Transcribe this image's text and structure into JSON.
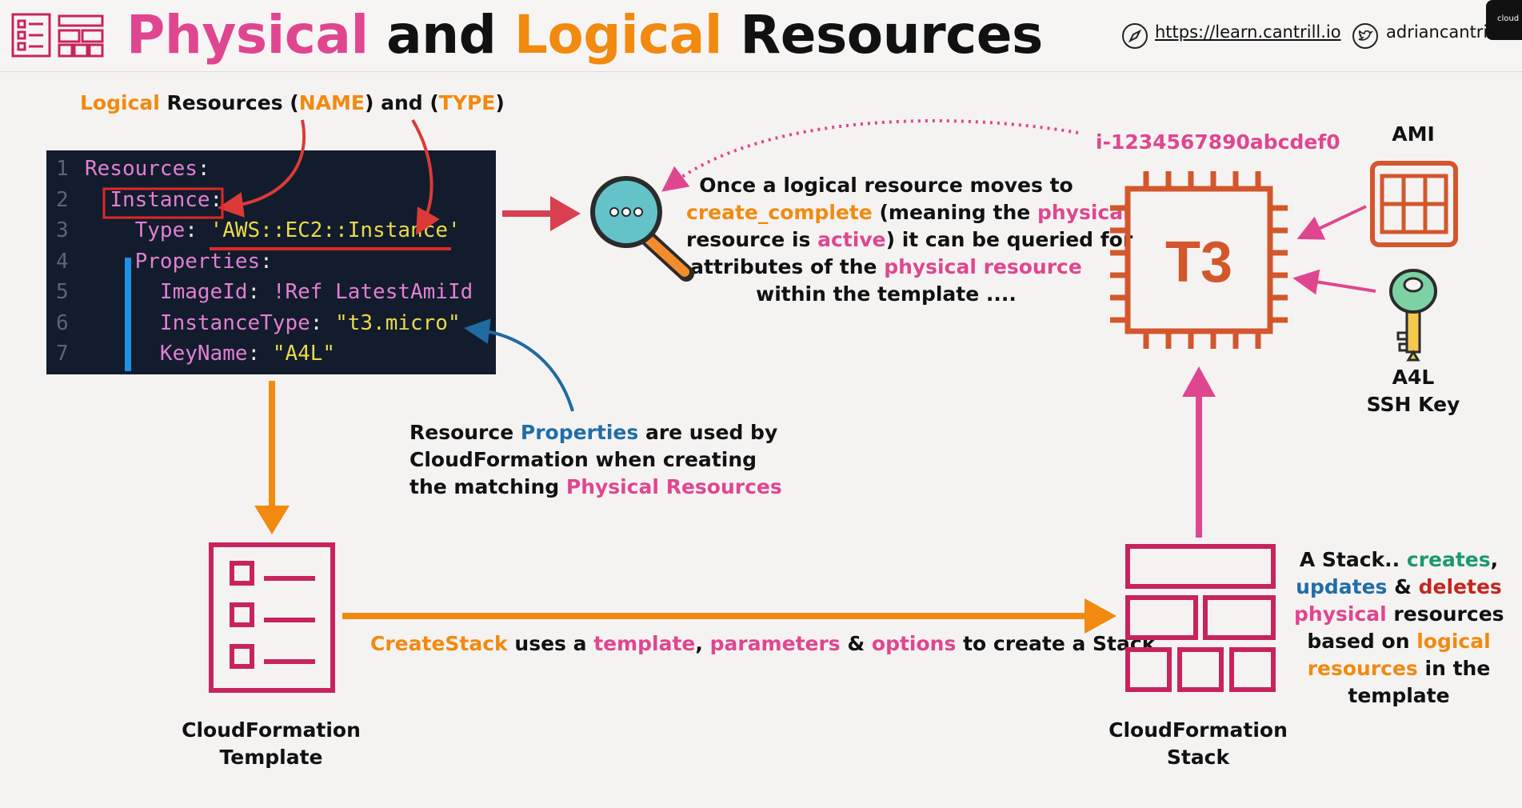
{
  "header": {
    "title_part1": "Physical",
    "title_part2": "and",
    "title_part3": "Logical",
    "title_part4": "Resources",
    "link_url": "https://learn.cantrill.io",
    "twitter": "adriancantrill",
    "corner_badge": "cloud"
  },
  "logical_label": {
    "p1": "Logical",
    "p2": " Resources (",
    "p3": "NAME",
    "p4": ") and (",
    "p5": "TYPE",
    "p6": ")"
  },
  "code": {
    "lines": [
      {
        "n": "1",
        "indent": "",
        "key": "Resources",
        "sep": ":",
        "val": ""
      },
      {
        "n": "2",
        "indent": "  ",
        "key": "Instance",
        "sep": ":",
        "val": ""
      },
      {
        "n": "3",
        "indent": "    ",
        "key": "Type",
        "sep": ": ",
        "val": "'AWS::EC2::Instance'"
      },
      {
        "n": "4",
        "indent": "    ",
        "key": "Properties",
        "sep": ":",
        "val": ""
      },
      {
        "n": "5",
        "indent": "      ",
        "key": "ImageId",
        "sep": ": ",
        "val": "!Ref LatestAmiId"
      },
      {
        "n": "6",
        "indent": "      ",
        "key": "InstanceType",
        "sep": ": ",
        "val": "\"t3.micro\""
      },
      {
        "n": "7",
        "indent": "      ",
        "key": "KeyName",
        "sep": ": ",
        "val": "\"A4L\""
      }
    ]
  },
  "query_text": {
    "l1": "Once a logical resource moves to",
    "l2a": "create_complete",
    "l2b": " (meaning the ",
    "l2c": "physical",
    "l3a": "resource is ",
    "l3b": "active",
    "l3c": ") it can be queried for",
    "l4a": "attributes of the ",
    "l4b": "physical resource",
    "l5": "within the template ...."
  },
  "instance_id": "i-1234567890abcdef0",
  "chip_label": "T3",
  "ami_label": "AMI",
  "key_label_1": "A4L",
  "key_label_2": "SSH Key",
  "props_text": {
    "l1a": "Resource ",
    "l1b": "Properties",
    "l1c": " are used by",
    "l2": "CloudFormation when creating",
    "l3a": "the matching ",
    "l3b": "Physical Resources"
  },
  "createstack_text": {
    "a": "CreateStack",
    "b": " uses a ",
    "c": "template",
    "d": ", ",
    "e": "parameters",
    "f": " & ",
    "g": "options",
    "h": " to create a Stack"
  },
  "template_label_1": "CloudFormation",
  "template_label_2": "Template",
  "stack_label_1": "CloudFormation",
  "stack_label_2": "Stack",
  "stack_desc": {
    "l1a": "A Stack.. ",
    "l1b": "creates",
    "l1c": ",",
    "l2a": "updates",
    "l2b": " & ",
    "l2c": "deletes",
    "l3a": "physical",
    "l3b": " resources",
    "l4a": "based on ",
    "l4b": "logical",
    "l5a": "resources",
    "l5b": " in the",
    "l6": "template"
  },
  "colors": {
    "pink": "#e0468f",
    "orange": "#f18a0f",
    "red": "#d8404f",
    "chip": "#d3572c",
    "template_icon": "#c8235f",
    "code_bg": "#121c2c"
  }
}
